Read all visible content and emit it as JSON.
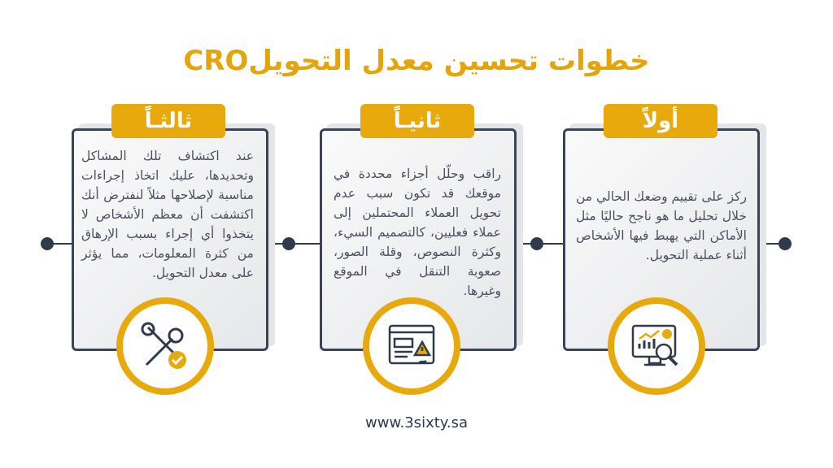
{
  "title": "خطوات تحسين معدل التحويلCRO",
  "steps": [
    {
      "label": "ثالثـاً",
      "text": "عند اكتشاف تلك المشاكل وتحديدها، عليك اتخاذ إجراءات مناسبة لإصلاحها مثلاً لنفترض أنك اكتشفت أن معظم الأشخاص لا يتخذوا أي إجراء بسبب الإرهاق من كثرة المعلومات، مما يؤثر على معدل التحويل.",
      "icon": "wrench-check-icon"
    },
    {
      "label": "ثانيـاً",
      "text": "راقب وحلّل أجزاء محددة في موقعك قد تكون سبب عدم تحويل العملاء المحتملين إلى عملاء فعليين، كالتصميم السيء، وكثرة النصوص، وقلة الصور، صعوبة التنقل في الموقع وغيرها.",
      "icon": "webpage-warning-icon"
    },
    {
      "label": "أولاً",
      "text": "ركز على تقييم وضعك الحالي من خلال تحليل ما هو ناجح حاليًا مثل الأماكن التي يهبط فيها الأشخاص أثناء عملية التحويل.",
      "icon": "analytics-monitor-icon"
    }
  ],
  "footer": "www.3sixty.sa"
}
